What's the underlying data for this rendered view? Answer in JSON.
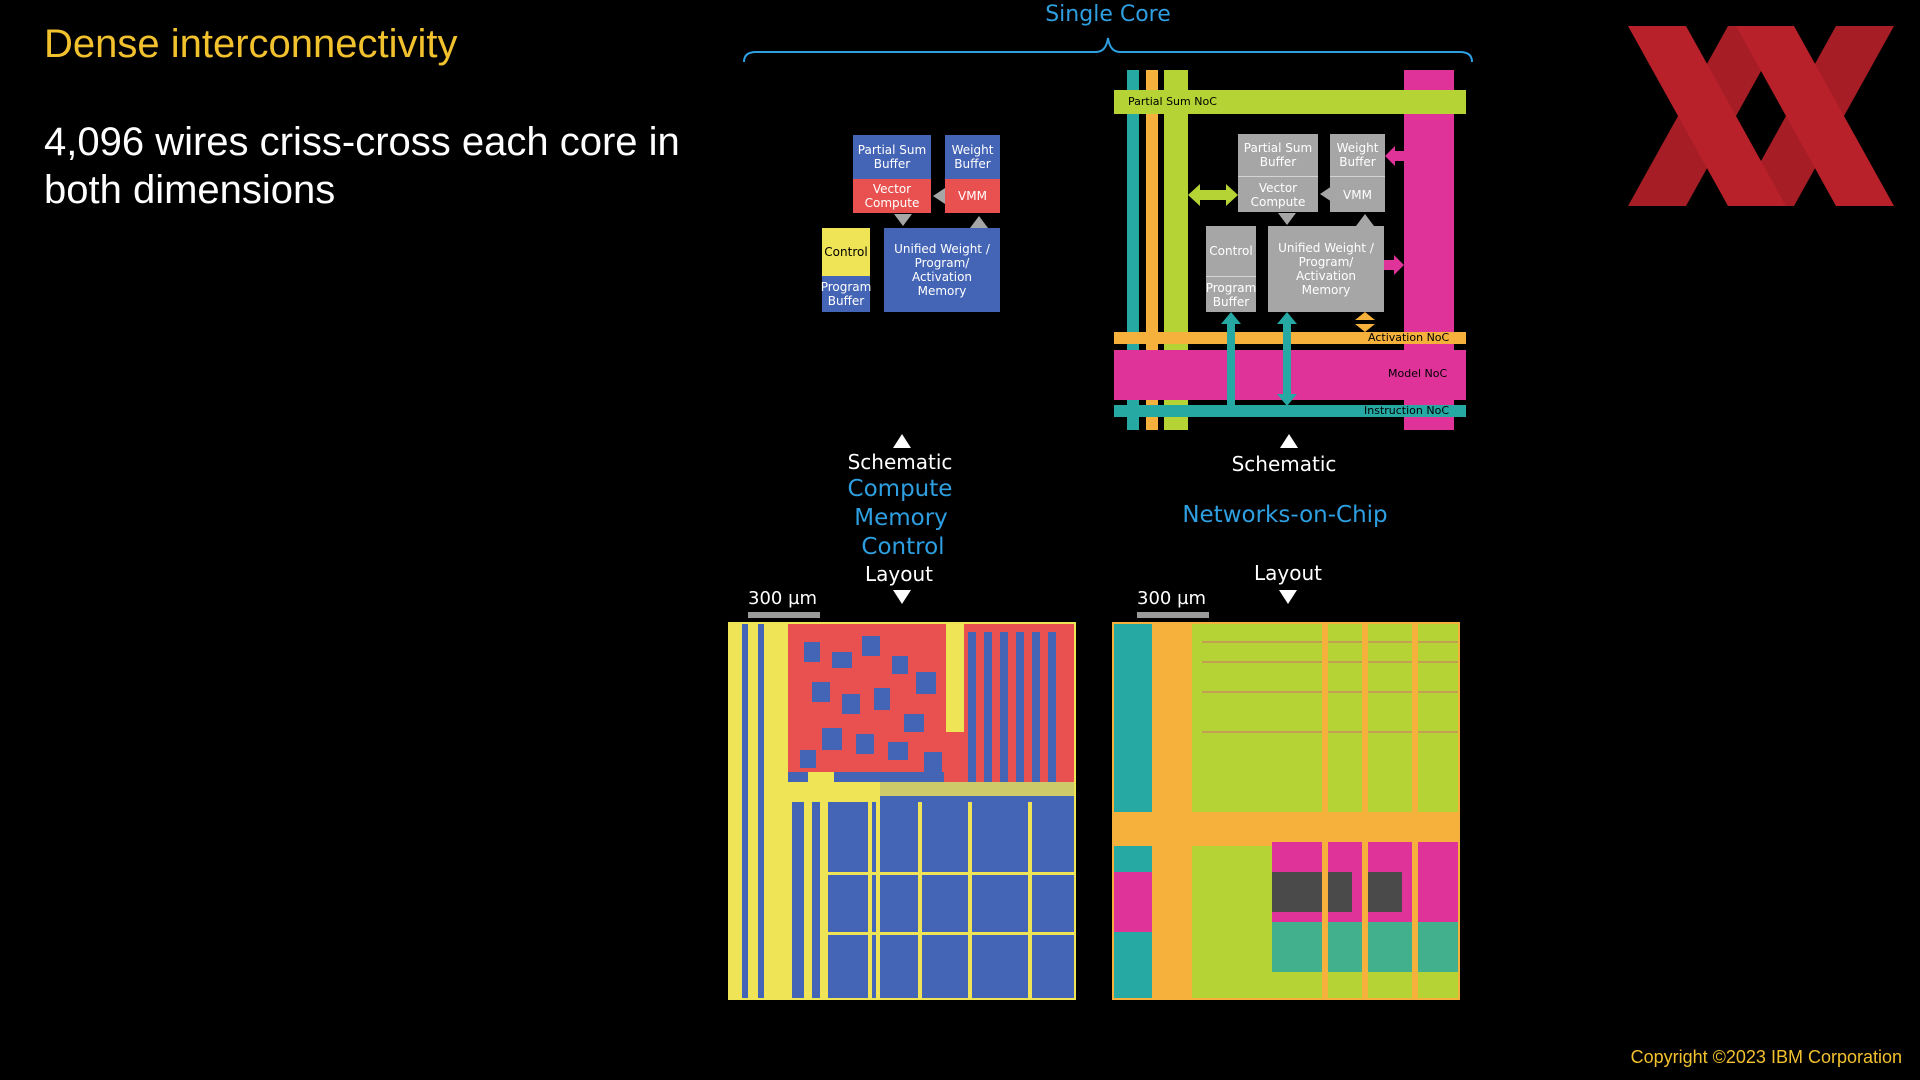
{
  "slide": {
    "title": "Dense interconnectivity",
    "subtitle": "4,096 wires criss-cross each core in both dimensions",
    "copyright": "Copyright ©2023 IBM Corporation"
  },
  "header": {
    "single_core": "Single Core"
  },
  "left_schematic": {
    "partial_sum_buffer": "Partial Sum Buffer",
    "weight_buffer": "Weight Buffer",
    "vector_compute": "Vector Compute",
    "vmm": "VMM",
    "control": "Control",
    "program_buffer": "Program Buffer",
    "unified_memory": "Unified Weight / Program/ Activation Memory"
  },
  "right_schematic": {
    "partial_sum_noc": "Partial Sum NoC",
    "partial_sum_buffer": "Partial Sum Buffer",
    "weight_buffer": "Weight Buffer",
    "vector_compute": "Vector Compute",
    "vmm": "VMM",
    "control": "Control",
    "program_buffer": "Program Buffer",
    "unified_memory": "Unified Weight / Program/ Activation Memory",
    "activation_noc": "Activation NoC",
    "model_noc": "Model NoC",
    "instruction_noc": "Instruction NoC"
  },
  "captions": {
    "left_schematic": "Schematic",
    "left_compute": "Compute",
    "left_memory": "Memory",
    "left_control": "Control",
    "left_layout": "Layout",
    "right_schematic": "Schematic",
    "right_networks": "Networks-on-Chip",
    "right_layout": "Layout"
  },
  "scales": {
    "left": "300 µm",
    "right": "300 µm"
  },
  "colors": {
    "title_yellow": "#f2c12e",
    "caption_blue": "#2e9fe0",
    "block_blue": "#4464b6",
    "block_red": "#e8514f",
    "block_yellow": "#efe456",
    "block_grey": "#a6a6a6",
    "noc_green": "#b5d334",
    "noc_teal": "#26a8a3",
    "noc_orange": "#f6b13c",
    "noc_magenta": "#e0339a",
    "logo_red": "#b8202a"
  }
}
